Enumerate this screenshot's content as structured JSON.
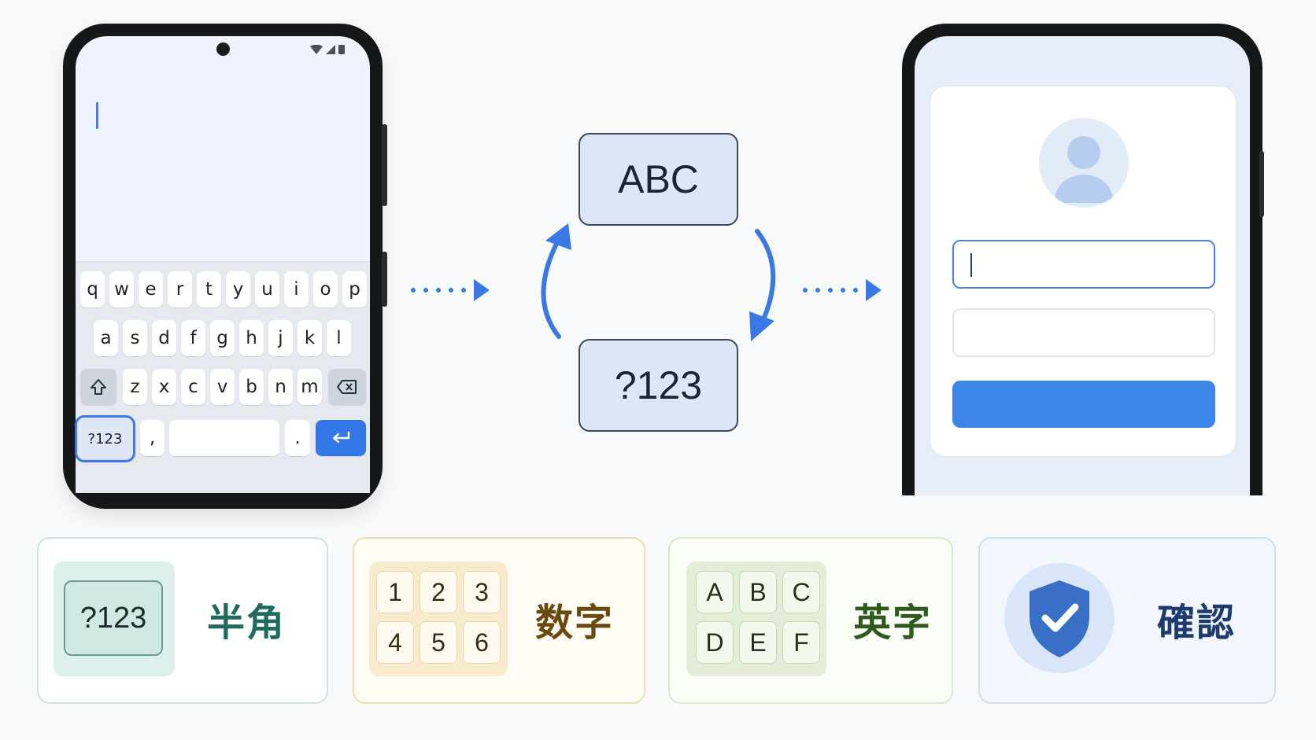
{
  "keyboard": {
    "row1": [
      "q",
      "w",
      "e",
      "r",
      "t",
      "y",
      "u",
      "i",
      "o",
      "p"
    ],
    "row2": [
      "a",
      "s",
      "d",
      "f",
      "g",
      "h",
      "j",
      "k",
      "l"
    ],
    "row3": [
      "z",
      "x",
      "c",
      "v",
      "b",
      "n",
      "m"
    ],
    "mode_key": "?123",
    "comma": ",",
    "period": "."
  },
  "toggle": {
    "top": "ABC",
    "bottom": "?123"
  },
  "cards": {
    "halfwidth": {
      "key": "?123",
      "label": "半角"
    },
    "numbers": {
      "keys": [
        "1",
        "2",
        "3",
        "4",
        "5",
        "6"
      ],
      "label": "数字"
    },
    "letters": {
      "keys": [
        "A",
        "B",
        "C",
        "D",
        "E",
        "F"
      ],
      "label": "英字"
    },
    "confirm": {
      "label": "確認"
    }
  },
  "colors": {
    "accent": "#3a78e6",
    "halfwidth": "#1f6b5e",
    "numbers": "#6a4a0e",
    "letters": "#2f5a1e",
    "confirm": "#1e3a6e"
  }
}
